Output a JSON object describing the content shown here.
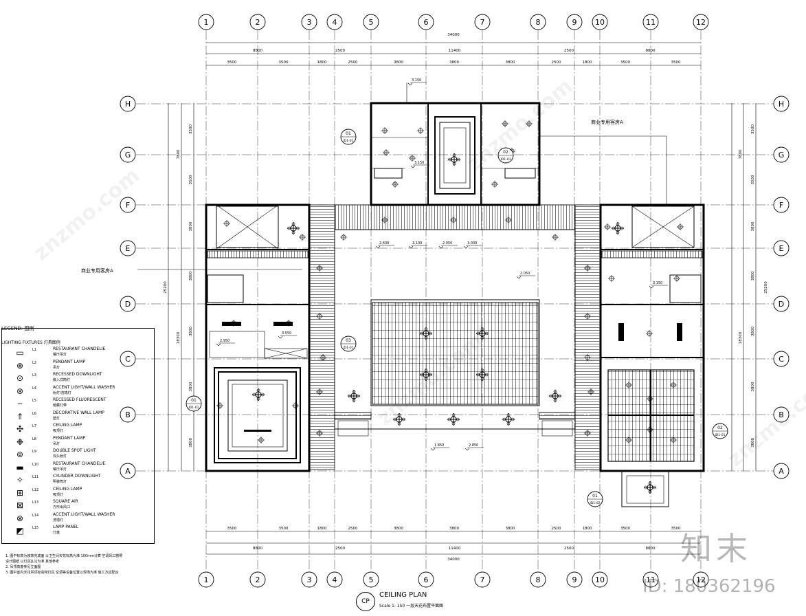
{
  "drawing": {
    "title": "CEILING PLAN",
    "subtitle": "Scale 1: 150 一层天花布置平面图",
    "symbol": "CP"
  },
  "grid": {
    "columns": [
      "1",
      "2",
      "3",
      "4",
      "5",
      "6",
      "7",
      "8",
      "9",
      "10",
      "11",
      "12"
    ],
    "rows": [
      "H",
      "G",
      "F",
      "E",
      "D",
      "C",
      "B",
      "A"
    ]
  },
  "dimensions": {
    "overall": "34000",
    "top_major": [
      "8800",
      "2500",
      "11400",
      "2500",
      "8800"
    ],
    "top_minor": [
      "3500",
      "3500",
      "1800",
      "2500",
      "3800",
      "3800",
      "3800",
      "2500",
      "1800",
      "3500",
      "3500"
    ],
    "bottom_minor": [
      "3500",
      "3500",
      "1800",
      "2500",
      "3800",
      "3800",
      "3800",
      "2500",
      "1800",
      "3500",
      "3500"
    ],
    "bottom_major": [
      "8800",
      "2500",
      "11400",
      "2500",
      "8800"
    ],
    "left_segments": [
      "3500",
      "3500",
      "3800",
      "3800",
      "3800",
      "3800",
      "3800"
    ],
    "left_groups": [
      "7800",
      "18300"
    ],
    "left_total": "25200",
    "right_segments": [
      "3500",
      "3500",
      "3800",
      "3800",
      "3800",
      "3800",
      "3800"
    ],
    "right_groups": [
      "7800",
      "18300"
    ],
    "right_total": "25200"
  },
  "labels": {
    "callout_a1": "商业专用客房A",
    "callout_a2": "商业专用客房A",
    "section_marks": [
      {
        "num": "01",
        "ref": "ID1-01"
      },
      {
        "num": "02",
        "ref": "ID1-03"
      },
      {
        "num": "03",
        "ref": "ID1-01"
      },
      {
        "num": "01",
        "ref": "ID1-01"
      },
      {
        "num": "02",
        "ref": "ID1-01"
      },
      {
        "num": "01",
        "ref": "ID1-02"
      }
    ],
    "levels": [
      "3.150",
      "3.150",
      "2.600",
      "3.100",
      "2.950",
      "3.000",
      "2.950",
      "3.550",
      "2.050",
      "3.150",
      "2.850",
      "1.850"
    ]
  },
  "legend": {
    "title": "LEGEND: 图例",
    "subtitle": "LIGHTING FIXTURES 灯具图例",
    "items": [
      {
        "icon": "▭",
        "code": "L1",
        "en": "RESTAURANT CHANDELIE",
        "zh": "餐厅吊灯"
      },
      {
        "icon": "⊕",
        "code": "L2",
        "en": "PENDANT LAMP",
        "zh": "吊灯"
      },
      {
        "icon": "⊙",
        "code": "L3",
        "en": "RECESSED DOWNLIGHT",
        "zh": "嵌入式筒灯"
      },
      {
        "icon": "⊛",
        "code": "L4",
        "en": "ACCENT LIGHT/WALL WASHER",
        "zh": "射灯/洗墙灯"
      },
      {
        "icon": "┄",
        "code": "L5",
        "en": "RECESSED FLUORESCENT",
        "zh": "暗藏灯带"
      },
      {
        "icon": "⇑",
        "code": "L6",
        "en": "DECORATIVE WALL LAMP",
        "zh": "壁灯"
      },
      {
        "icon": "✣",
        "code": "L7",
        "en": "CEILING LAMP",
        "zh": "吸顶灯"
      },
      {
        "icon": "❉",
        "code": "L8",
        "en": "PENDANT LAMP",
        "zh": "吊灯"
      },
      {
        "icon": "⊚",
        "code": "L9",
        "en": "DOUBLE SPOT LIGHT",
        "zh": "双头射灯"
      },
      {
        "icon": "▬",
        "code": "L10",
        "en": "RESTAURANT CHANDELIE",
        "zh": "餐厅吊灯"
      },
      {
        "icon": "✧",
        "code": "L11",
        "en": "CYLINDER DOWNLIGHT",
        "zh": "明装筒灯"
      },
      {
        "icon": "⊞",
        "code": "L12",
        "en": "CEILING LAMP",
        "zh": "吸顶灯"
      },
      {
        "icon": "⊠",
        "code": "L13",
        "en": "SQUARE AIR",
        "zh": "方形出风口"
      },
      {
        "icon": "⊗",
        "code": "L14",
        "en": "ACCENT LIGHT/WALL WASHER",
        "zh": "洗墙灯"
      },
      {
        "icon": "◩",
        "code": "L15",
        "en": "LAMP PANEL",
        "zh": "灯盘"
      }
    ]
  },
  "notes": [
    "1. 图中标高为装饰完成面 以卫生间天花标高为准 100mm计算 空调风口按照",
    "   设计图纸 以灯具[L1]为准 其他参考",
    "2. 吊顶高度参见立面图",
    "3. 图中室内天花吊顶标高和灯具 空调等设备位置以现场为准 施工方应配合"
  ],
  "watermark": {
    "brand": "知末",
    "id": "ID: 180362196",
    "site": "znzmo.com"
  }
}
